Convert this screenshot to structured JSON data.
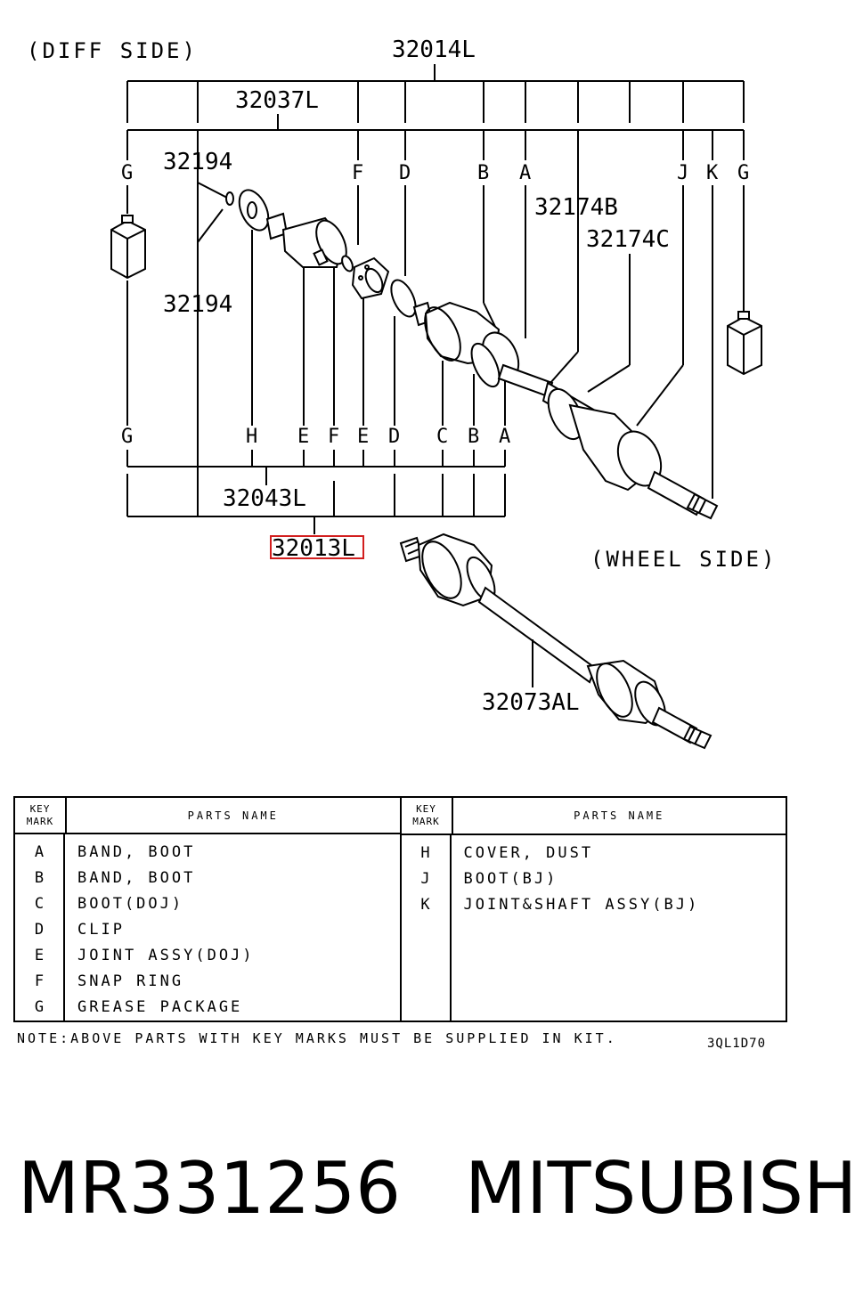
{
  "diagram": {
    "side_labels": {
      "diff": "(DIFF SIDE)",
      "wheel": "(WHEEL SIDE)"
    },
    "assembly_numbers": {
      "n32014L": "32014L",
      "n32037L": "32037L",
      "n32194_top": "32194",
      "n32194_mid": "32194",
      "n32174B": "32174B",
      "n32174C": "32174C",
      "n32043L": "32043L",
      "n32013L": "32013L",
      "n32073AL": "32073AL"
    },
    "highlighted_part": "32013L",
    "top_key_marks": [
      "G",
      "F",
      "D",
      "B",
      "A",
      "J",
      "K",
      "G"
    ],
    "bottom_key_marks": [
      "G",
      "H",
      "E",
      "F",
      "E",
      "D",
      "C",
      "B",
      "A"
    ]
  },
  "legend": {
    "key_header": [
      "KEY",
      "MARK"
    ],
    "name_header": "PARTS NAME",
    "left": [
      {
        "key": "A",
        "name": "BAND, BOOT"
      },
      {
        "key": "B",
        "name": "BAND, BOOT"
      },
      {
        "key": "C",
        "name": "BOOT(DOJ)"
      },
      {
        "key": "D",
        "name": "CLIP"
      },
      {
        "key": "E",
        "name": "JOINT ASSY(DOJ)"
      },
      {
        "key": "F",
        "name": "SNAP RING"
      },
      {
        "key": "G",
        "name": "GREASE PACKAGE"
      }
    ],
    "right": [
      {
        "key": "H",
        "name": "COVER, DUST"
      },
      {
        "key": "J",
        "name": "BOOT(BJ)"
      },
      {
        "key": "K",
        "name": "JOINT&SHAFT ASSY(BJ)"
      }
    ]
  },
  "note": "NOTE:ABOVE PARTS WITH KEY MARKS MUST BE SUPPLIED IN KIT.",
  "drawing_ref": "3QL1D70",
  "caption": {
    "part_number": "MR331256",
    "brand": "MITSUBISHI"
  },
  "colors": {
    "highlight": "#d21e1e",
    "ink": "#000000"
  }
}
